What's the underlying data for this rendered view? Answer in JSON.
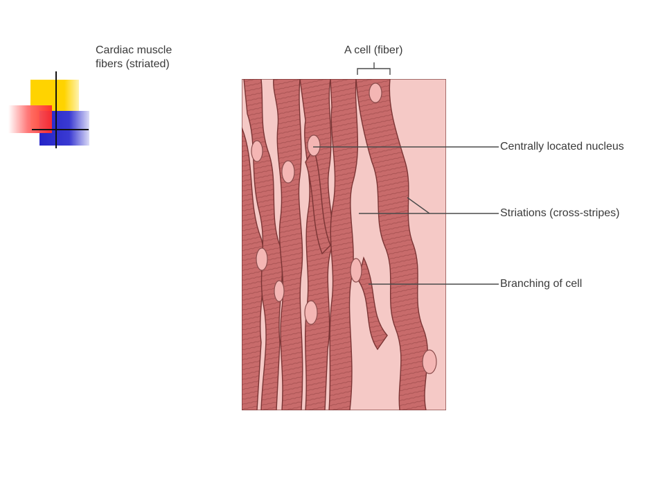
{
  "caption": {
    "line1": "Cardiac muscle",
    "line2": "fibers (striated)"
  },
  "labels": {
    "cell": "A cell (fiber)",
    "nucleus": "Centrally located nucleus",
    "striations": "Striations (cross-stripes)",
    "branching": "Branching of cell"
  },
  "colors": {
    "background_tissue": "#f5c9c6",
    "fiber": "#c86b6b",
    "fiber_dark": "#7a3434",
    "nucleus": "#f4b6b4",
    "leader_line": "#4a4a4a",
    "deco_yellow": "#ffd300",
    "deco_red": "#ff4040",
    "deco_blue": "#2b2bc8"
  }
}
